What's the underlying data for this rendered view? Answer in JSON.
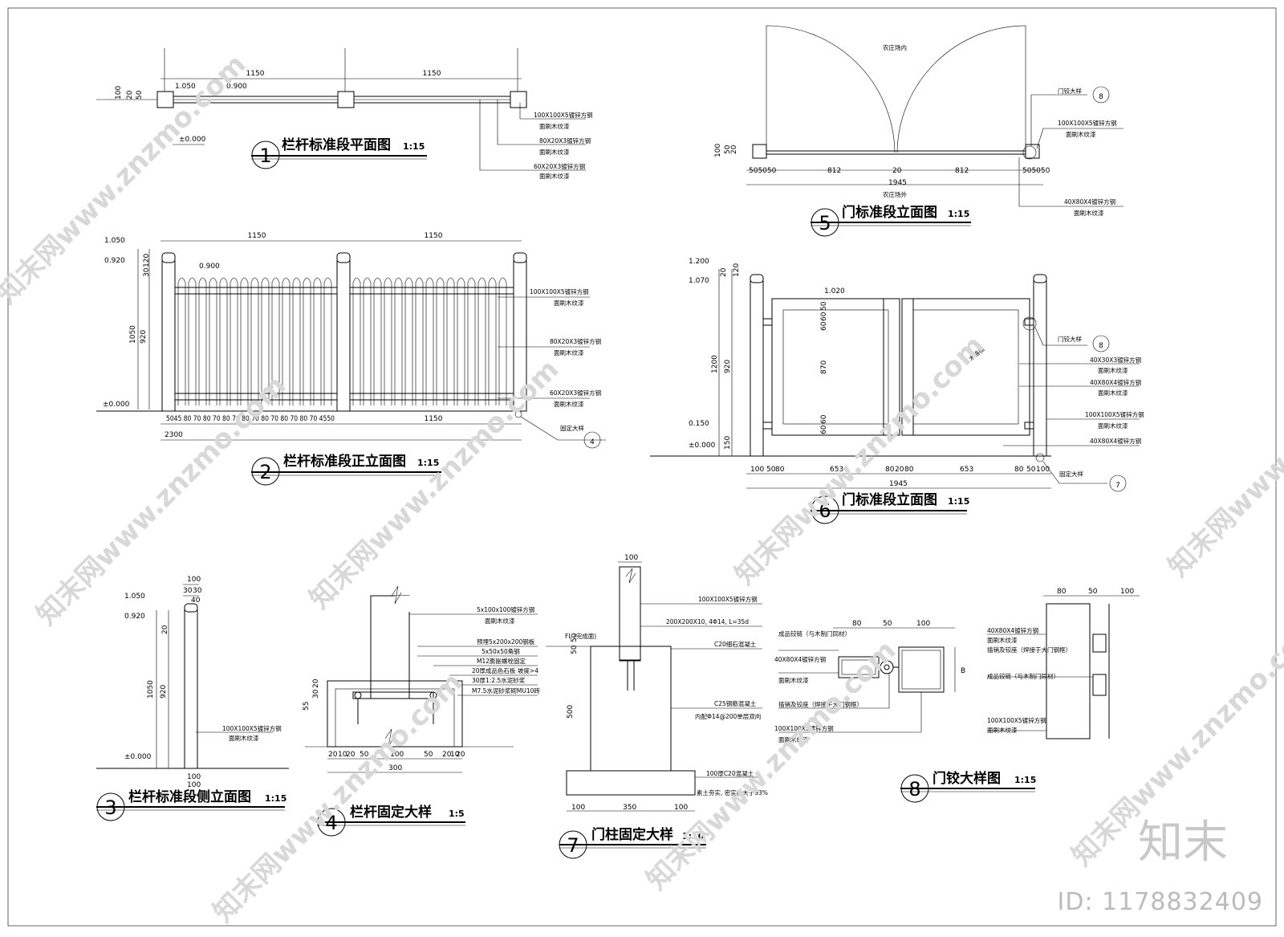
{
  "drawings": {
    "d1": {
      "num": "1",
      "title": "栏杆标准段平面图",
      "scale": "1:15",
      "dims": [
        "1150",
        "1150",
        "1.050",
        "0.900",
        "100",
        "20",
        "50",
        "±0.000"
      ],
      "notes": [
        "100X100X5镀锌方钢",
        "面刷木纹漆",
        "80X20X3镀锌方钢",
        "面刷木纹漆",
        "60X20X3镀锌方钢",
        "面刷木纹漆"
      ]
    },
    "d2": {
      "num": "2",
      "title": "栏杆标准段正立面图",
      "scale": "1:15",
      "dims": [
        "1150",
        "1150",
        "1.050",
        "0.920",
        "0.900",
        "±0.000",
        "120",
        "30",
        "1050",
        "920",
        "5045 80 70 80 70 80 70 80 70 80 70 80 70 80 70 4550",
        "1150",
        "2300"
      ],
      "notes": [
        "100X100X5镀锌方钢",
        "面刷木纹漆",
        "80X20X3镀锌方钢",
        "面刷木纹漆",
        "60X20X3镀锌方钢",
        "面刷木纹漆",
        "固定大样",
        "4"
      ]
    },
    "d3": {
      "num": "3",
      "title": "栏杆标准段侧立面图",
      "scale": "1:15",
      "dims": [
        "100",
        "30",
        "30",
        "40",
        "1.050",
        "0.920",
        "±0.000",
        "100",
        "20",
        "1050",
        "920",
        "100"
      ],
      "notes": [
        "100X100X5镀锌方钢",
        "面刷木纹漆"
      ]
    },
    "d4": {
      "num": "4",
      "title": "栏杆固定大样",
      "scale": "1:5",
      "dims": [
        "55",
        "30",
        "20",
        "20",
        "10",
        "20",
        "50",
        "100",
        "50",
        "20",
        "10",
        "20",
        "300"
      ],
      "notes": [
        "5x100x100镀锌方钢",
        "面刷木纹漆",
        "预埋5x200x200钢板",
        "5x50x50角钢",
        "M12膨胀螺栓固定",
        "20厚成品色石板  坡度>4",
        "30厚1:2.5水泥砂浆",
        "M7.5水泥砂浆砌MU10砖"
      ]
    },
    "d5": {
      "num": "5",
      "title": "门标准段立面图",
      "scale": "1:15",
      "dims": [
        "100",
        "50",
        "20",
        "505050",
        "812",
        "20",
        "812",
        "505050",
        "1945"
      ],
      "notes": [
        "农庄场内",
        "农庄场外",
        "门铰大样",
        "8",
        "100X100X5镀锌方钢",
        "面刷木纹漆",
        "40X80X4镀锌方钢",
        "面刷木纹漆"
      ]
    },
    "d6": {
      "num": "6",
      "title": "门标准段立面图",
      "scale": "1:15",
      "dims": [
        "1.200",
        "1.070",
        "1.020",
        "0.150",
        "±0.000",
        "20",
        "120",
        "50",
        "60",
        "60",
        "870",
        "60",
        "60",
        "1200",
        "920",
        "150",
        "100",
        "50",
        "80",
        "653",
        "80",
        "20",
        "80",
        "653",
        "80",
        "50",
        "100",
        "1945"
      ],
      "notes": [
        "门铰大样",
        "8",
        "40X30X3镀锌方钢",
        "面刷木纹漆",
        "40X80X4镀锌方钢",
        "面刷木纹漆",
        "100X100X5镀锌方钢",
        "面刷木纹漆",
        "40X80X4镀锌方钢",
        "固定大样",
        "7",
        "木格栅"
      ]
    },
    "d7": {
      "num": "7",
      "title": "门柱固定大样",
      "scale": "1:10",
      "dims": [
        "100",
        "FL (完成面)",
        "50",
        "50",
        "500",
        "100",
        "350",
        "100"
      ],
      "notes": [
        "100X100X5镀锌方钢",
        "200X200X10, 4Φ14, L=35d",
        "C20细石混凝土",
        "C25钢筋混凝土",
        "内配Φ14@200单层双向",
        "100厚C20混凝土",
        "素土夯实, 密实度大于93%"
      ]
    },
    "d8": {
      "num": "8",
      "title": "门铰大样图",
      "scale": "1:15",
      "dims": [
        "80",
        "50",
        "100",
        "B",
        "80",
        "50",
        "100"
      ],
      "notes": [
        "成品铰链（与木制门同材）",
        "40X80X4镀锌方钢",
        "面刷木纹漆",
        "插销及铰座（焊接于大门钢框）",
        "100X100X5镀锌方钢",
        "面刷木纹漆",
        "40X80X4镀锌方钢",
        "面刷木纹漆",
        "插销及铰座（焊接于大门钢框）",
        "成品铰链（与木制门同材）",
        "100X100X5镀锌方钢",
        "面刷木纹漆"
      ]
    }
  },
  "watermarks": {
    "text": "知末网www.znzmo.com",
    "brand": "知末",
    "id": "ID: 1178832409"
  },
  "colors": {
    "ink": "#000000",
    "watermark": "#d8d8d8",
    "background": "#ffffff"
  }
}
